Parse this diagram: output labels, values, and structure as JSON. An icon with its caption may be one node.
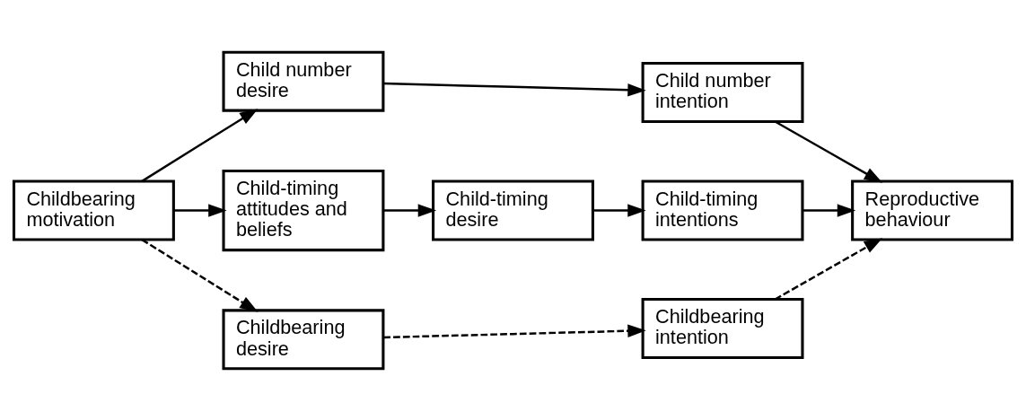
{
  "diagram": {
    "nodes": [
      {
        "text": [
          "Child number desire"
        ]
      },
      {
        "text": [
          "Child number intention"
        ]
      },
      {
        "text": [
          "Childbearing motivation"
        ]
      },
      {
        "text": [
          "Child-timing attitudes and beliefs"
        ]
      },
      {
        "text": [
          "Child-timing desire"
        ]
      },
      {
        "text": [
          "Child-timing intentions"
        ]
      },
      {
        "text": [
          "Reproductive behaviour"
        ]
      },
      {
        "text": [
          "Childbearing desire"
        ]
      },
      {
        "text": [
          "Childbearing intention"
        ]
      }
    ],
    "edges": [
      {
        "from": 2,
        "to": 0,
        "arrow": "to"
      },
      {
        "from": 0,
        "to": 1,
        "arrow": "to"
      },
      {
        "from": 1,
        "to": 6,
        "arrow": "to"
      },
      {
        "from": 2,
        "to": 3,
        "arrow": "to"
      },
      {
        "from": 3,
        "to": 4,
        "arrow": "to"
      },
      {
        "from": 4,
        "to": 5,
        "arrow": "to"
      },
      {
        "from": 5,
        "to": 6,
        "arrow": "to"
      },
      {
        "from": 2,
        "to": 7,
        "arrow": "to",
        "style": "dashed"
      },
      {
        "from": 7,
        "to": 8,
        "arrow": "to",
        "style": "dashed"
      },
      {
        "from": 8,
        "to": 6,
        "arrow": "to",
        "style": "dashed"
      }
    ]
  }
}
